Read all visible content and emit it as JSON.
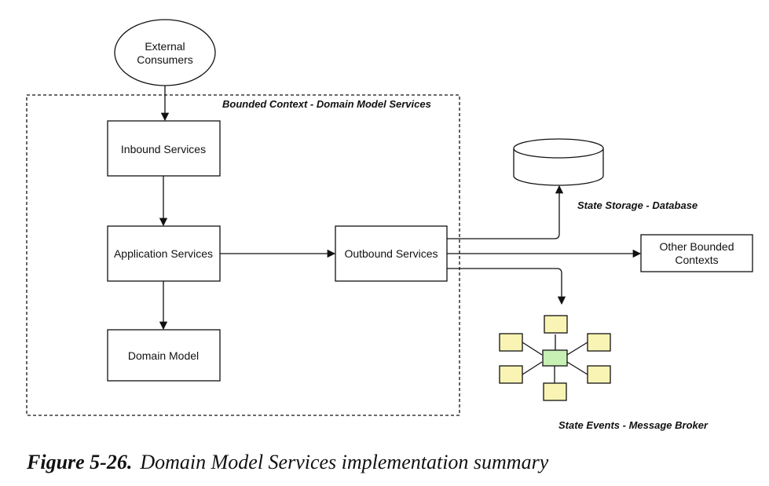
{
  "nodes": {
    "external_consumers": [
      "External",
      "Consumers"
    ],
    "inbound_services": "Inbound Services",
    "application_services": "Application Services",
    "domain_model": "Domain Model",
    "outbound_services": "Outbound Services",
    "other_bounded_contexts": [
      "Other Bounded",
      "Contexts"
    ]
  },
  "labels": {
    "bounded_context": "Bounded Context - Domain Model Services",
    "state_storage": "State Storage - Database",
    "state_events": "State Events - Message Broker"
  },
  "caption": {
    "number": "Figure 5-26.",
    "text": "Domain Model Services implementation summary"
  },
  "colors": {
    "line": "#111111",
    "broker_hub": "#c7f0b4",
    "broker_node": "#faf4b4"
  }
}
